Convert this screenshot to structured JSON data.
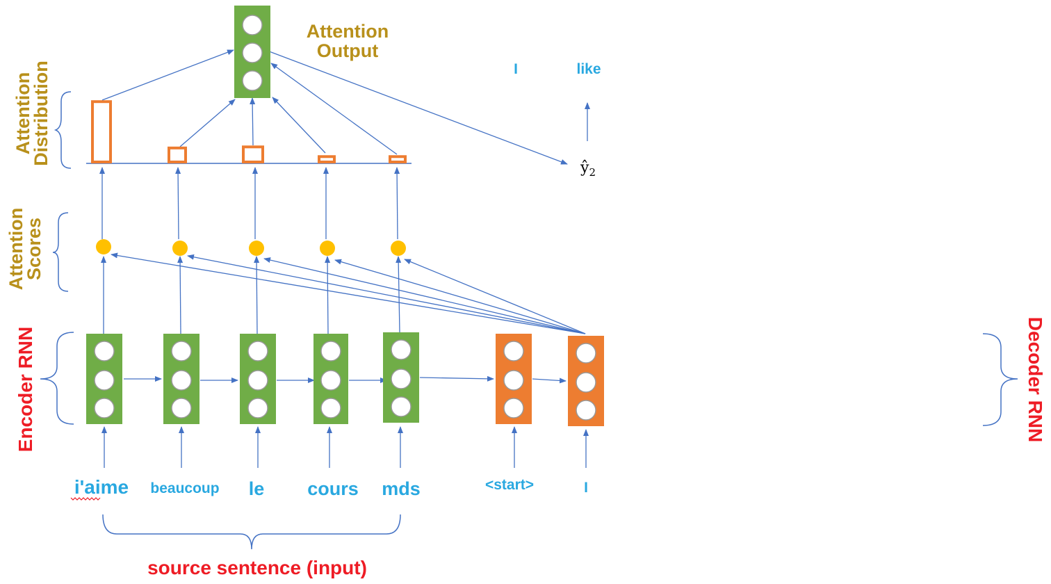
{
  "labels": {
    "attention_output": [
      "Attention",
      "Output"
    ],
    "attention_distribution": [
      "Attention",
      "Distribution"
    ],
    "attention_scores": [
      "Attention",
      "Scores"
    ],
    "encoder_rnn": "Encoder RNN",
    "decoder_rnn": "Decoder RNN",
    "source_sentence": "source sentence (input)"
  },
  "encoder_inputs": [
    "i'aime",
    "beaucoup",
    "le",
    "cours",
    "mds"
  ],
  "decoder_inputs": [
    "<start>",
    "I"
  ],
  "decoder_outputs": [
    "I",
    "like"
  ],
  "prediction": {
    "symbol": "ŷ",
    "subscript": "2"
  },
  "attention_weights": [
    0.56,
    0.13,
    0.14,
    0.05,
    0.05
  ],
  "colors": {
    "encoder": "#70AD47",
    "decoder": "#ED7D31",
    "score_dot": "#FFC000",
    "arrow": "#4472C4",
    "title_gold": "#B8901B",
    "label_red": "#EE1C25",
    "word_blue": "#29A8E0"
  }
}
